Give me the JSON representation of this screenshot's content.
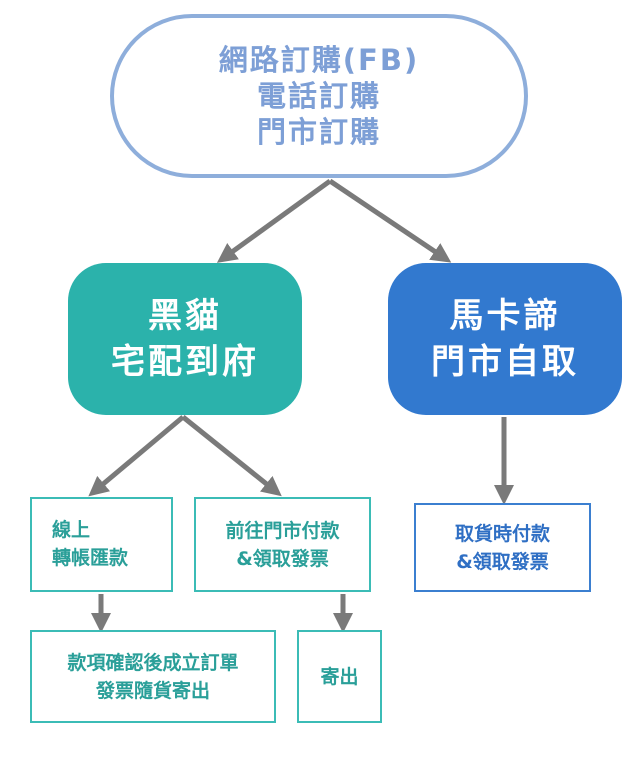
{
  "top_node": {
    "lines": [
      "網路訂購(FB)",
      "電話訂購",
      "門市訂購"
    ]
  },
  "home_delivery": {
    "lines": [
      "黑貓",
      "宅配到府"
    ]
  },
  "store_pickup": {
    "lines": [
      "馬卡諦",
      "門市自取"
    ]
  },
  "online_transfer": {
    "lines": [
      "線上",
      "轉帳匯款"
    ]
  },
  "store_pay": {
    "lines": [
      "前往門市付款",
      "&領取發票"
    ]
  },
  "pickup_pay": {
    "lines": [
      "取貨時付款",
      "&領取發票"
    ]
  },
  "confirm_order": {
    "lines": [
      "款項確認後成立訂單",
      "發票隨貨寄出"
    ]
  },
  "ship_out": {
    "label": "寄出"
  },
  "colors": {
    "arrow": "#7a7a7a",
    "teal": "#2bb2ab",
    "blue": "#3279cf",
    "outline": "#8eaedb"
  }
}
